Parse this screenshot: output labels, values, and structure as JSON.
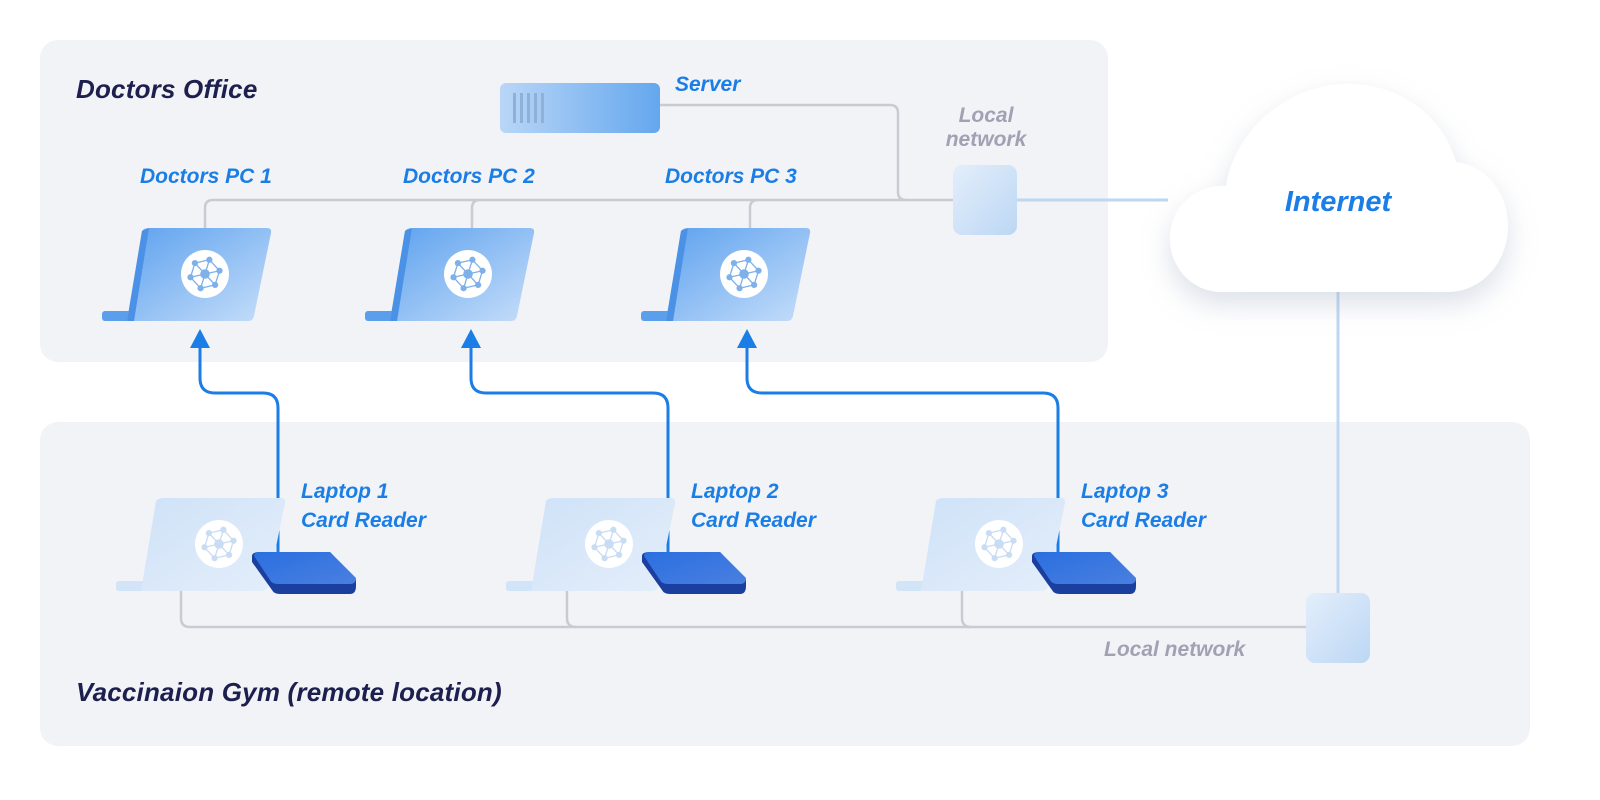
{
  "zones": {
    "office": {
      "title": "Doctors Office"
    },
    "gym": {
      "title": "Vaccinaion Gym (remote location)"
    }
  },
  "office": {
    "server": {
      "label": "Server",
      "icon": "server-icon"
    },
    "local_network": {
      "label_line1": "Local",
      "label_line2": "network",
      "icon": "network-switch-icon"
    },
    "pcs": [
      {
        "label": "Doctors PC 1",
        "icon": "laptop-icon"
      },
      {
        "label": "Doctors PC 2",
        "icon": "laptop-icon"
      },
      {
        "label": "Doctors PC 3",
        "icon": "laptop-icon"
      }
    ]
  },
  "internet": {
    "label": "Internet",
    "icon": "cloud-icon"
  },
  "gym": {
    "local_network": {
      "label": "Local network",
      "icon": "network-switch-icon"
    },
    "stations": [
      {
        "line1": "Laptop 1",
        "line2": "Card Reader",
        "laptop_icon": "laptop-icon",
        "reader_icon": "card-reader-icon"
      },
      {
        "line1": "Laptop 2",
        "line2": "Card Reader",
        "laptop_icon": "laptop-icon",
        "reader_icon": "card-reader-icon"
      },
      {
        "line1": "Laptop 3",
        "line2": "Card Reader",
        "laptop_icon": "laptop-icon",
        "reader_icon": "card-reader-icon"
      }
    ]
  },
  "colors": {
    "accent": "#1a7ee6",
    "title": "#1d1f4e",
    "muted_label": "#a0a2b4",
    "zone_bg": "#f2f3f6",
    "wire_gray": "#c9cbd3",
    "wire_light_blue": "#bcd8f3",
    "reader_blue": "#1f5fd6"
  }
}
